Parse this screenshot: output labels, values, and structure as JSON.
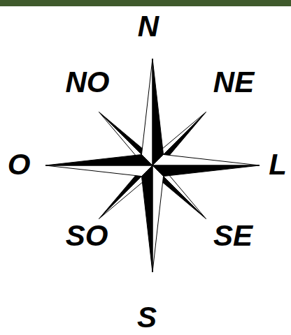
{
  "diagram": {
    "labels": [
      "N",
      "NO",
      "NE",
      "O",
      "L",
      "SO",
      "SE",
      "S"
    ]
  }
}
